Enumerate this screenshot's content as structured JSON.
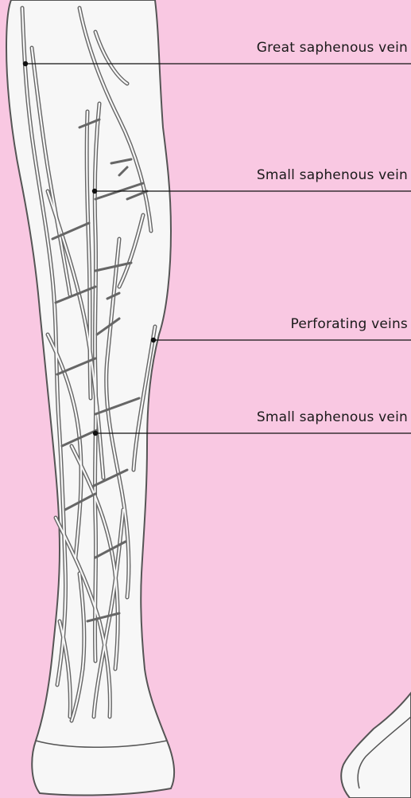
{
  "labels": [
    {
      "text": "Great saphenous vein"
    },
    {
      "text": "Small saphenous vein"
    },
    {
      "text": "Perforating veins"
    },
    {
      "text": "Small saphenous vein"
    }
  ],
  "colors": {
    "background": "#f9c8e2",
    "leg_fill": "#f7f7f7",
    "outline": "#555555",
    "vein": "#666666",
    "leader_line": "#111111"
  }
}
